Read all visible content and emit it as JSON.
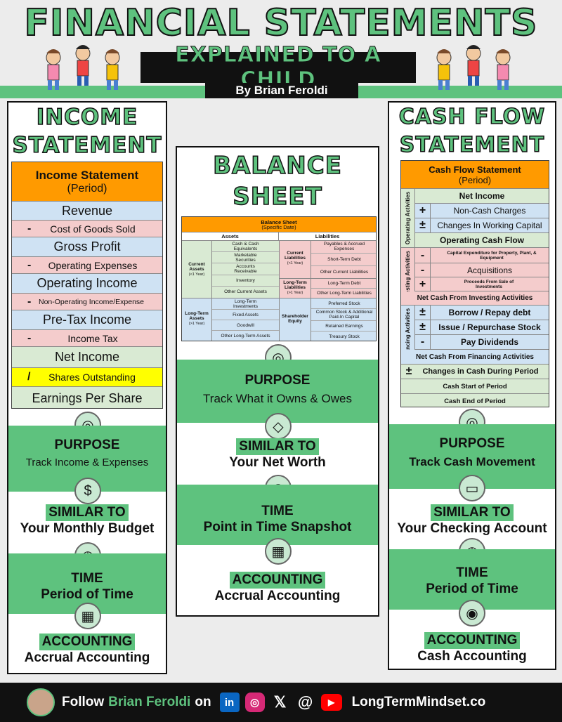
{
  "header": {
    "title": "FINANCIAL STATEMENTS",
    "subtitle": "EXPLAINED TO A CHILD",
    "byline": "By Brian Feroldi"
  },
  "income": {
    "heading1": "INCOME",
    "heading2": "STATEMENT",
    "table_title": "Income Statement",
    "table_period": "(Period)",
    "rows": {
      "r1": "Revenue",
      "r2": "Cost of Goods Sold",
      "r3": "Gross Profit",
      "r4": "Operating Expenses",
      "r5": "Operating Income",
      "r6": "Non-Operating Income/Expense",
      "r7": "Pre-Tax Income",
      "r8": "Income Tax",
      "r9": "Net Income",
      "r10": "Shares Outstanding",
      "r11": "Earnings Per Share"
    },
    "purpose_label": "PURPOSE",
    "purpose": "Track Income & Expenses",
    "similar_label": "SIMILAR TO",
    "similar": "Your Monthly Budget",
    "time_label": "TIME",
    "time": "Period of Time",
    "accounting_label": "ACCOUNTING",
    "accounting": "Accrual Accounting"
  },
  "balance": {
    "heading1": "BALANCE",
    "heading2": "SHEET",
    "table_title": "Balance Sheet",
    "table_period": "(Specific Date)",
    "assets": "Assets",
    "liabilities": "Liabilities",
    "current_assets": "Current Assets",
    "current_assets_sub": "(<1 Year)",
    "ca": {
      "a": "Cash & Cash Equivalents",
      "b": "Marketable Securities",
      "c": "Accounts Receivable",
      "d": "Inventory",
      "e": "Other Current Assets"
    },
    "lt_assets": "Long-Term Assets",
    "lt_assets_sub": "(>1 Year)",
    "lta": {
      "a": "Long-Term Investments",
      "b": "Fixed Assets",
      "c": "Goodwill",
      "d": "Other Long-Term Assets"
    },
    "current_liab": "Current Liabilities",
    "current_liab_sub": "(<1 Year)",
    "cl": {
      "a": "Payables & Accrued Expenses",
      "b": "Short-Term Debt",
      "c": "Other Current Liabilities"
    },
    "lt_liab": "Long-Term Liabilities",
    "lt_liab_sub": "(>1 Year)",
    "ltl": {
      "a": "Long-Term Debt",
      "b": "Other Long-Term Liabilities"
    },
    "equity": "Shareholder Equity",
    "eq": {
      "a": "Preferred Stock",
      "b": "Common Stock & Additional Paid-In Capital",
      "c": "Retained Earnings",
      "d": "Treasury Stock"
    },
    "purpose_label": "PURPOSE",
    "purpose": "Track What it Owns & Owes",
    "similar_label": "SIMILAR TO",
    "similar": "Your Net Worth",
    "time_label": "TIME",
    "time": "Point in Time Snapshot",
    "accounting_label": "ACCOUNTING",
    "accounting": "Accrual Accounting"
  },
  "cash": {
    "heading1": "CASH FLOW",
    "heading2": "STATEMENT",
    "table_title": "Cash Flow Statement",
    "table_period": "(Period)",
    "operating": "Operating Activities",
    "investing": "Investing Activities",
    "financing": "Financing Activities",
    "rows": {
      "r1": "Net Income",
      "r2": "Non-Cash Charges",
      "r3": "Changes In Working Capital",
      "r4": "Operating Cash Flow",
      "r5": "Capital Expenditure for Property, Plant, & Equipment",
      "r6": "Acquisitions",
      "r7": "Proceeds From Sale of Investments",
      "r8": "Net Cash From Investing Activities",
      "r9": "Borrow / Repay debt",
      "r10": "Issue / Repurchase Stock",
      "r11": "Pay Dividends",
      "r12": "Net Cash From Financing Activities",
      "r13": "Changes in Cash During Period",
      "r14": "Cash Start of Period",
      "r15": "Cash End of Period"
    },
    "purpose_label": "PURPOSE",
    "purpose": "Track Cash Movement",
    "similar_label": "SIMILAR TO",
    "similar": "Your Checking Account",
    "time_label": "TIME",
    "time": "Period of Time",
    "accounting_label": "ACCOUNTING",
    "accounting": "Cash Accounting"
  },
  "signs": {
    "minus": "-",
    "slash": "/",
    "plus": "+",
    "plusminus": "±"
  },
  "footer": {
    "follow": "Follow",
    "name": "Brian Feroldi",
    "on": "on",
    "site": "LongTermMindset.co"
  },
  "colors": {
    "accent": "#5ec27e",
    "orange": "#ff9a00",
    "blue": "#cfe2f3",
    "pink": "#f4cccc",
    "light_green": "#d9ead3",
    "yellow": "#ffff00"
  }
}
